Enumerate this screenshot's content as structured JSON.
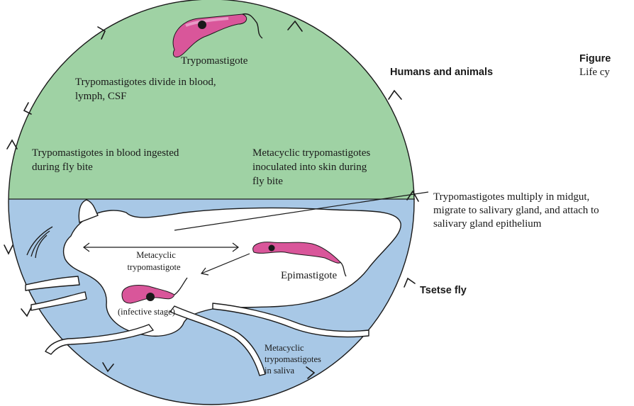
{
  "colors": {
    "upper_half": "#9fd2a4",
    "lower_half": "#a8c8e6",
    "parasite": "#d9569a",
    "parasite_light": "#e89ac6",
    "outline": "#1a1a1a"
  },
  "labels": {
    "trypomastigote": "Trypomastigote",
    "divide_line1": "Trypomastigotes divide in blood,",
    "divide_line2": "lymph, CSF",
    "ingested_line1": "Trypomastigotes in blood ingested",
    "ingested_line2": "during fly bite",
    "metacyclic_line1": "Metacyclic trypomastigotes",
    "metacyclic_line2": "inoculated into skin during",
    "metacyclic_line3": "fly bite",
    "multiply_line1": "Trypomastigotes multiply in midgut,",
    "multiply_line2": "migrate to salivary gland, and attach to",
    "multiply_line3": "salivary gland epithelium",
    "meta_inner_line1": "Metacyclic",
    "meta_inner_line2": "trypomastigote",
    "epimastigote": "Epimastigote",
    "infective_stage": "(infective stage)",
    "saliva_line1": "Metacyclic",
    "saliva_line2": "trypomastigotes",
    "saliva_line3": "in saliva"
  },
  "hosts": {
    "humans": "Humans and animals",
    "fly": "Tsetse fly"
  },
  "figure": {
    "label": "Figure",
    "caption": "Life cy"
  }
}
